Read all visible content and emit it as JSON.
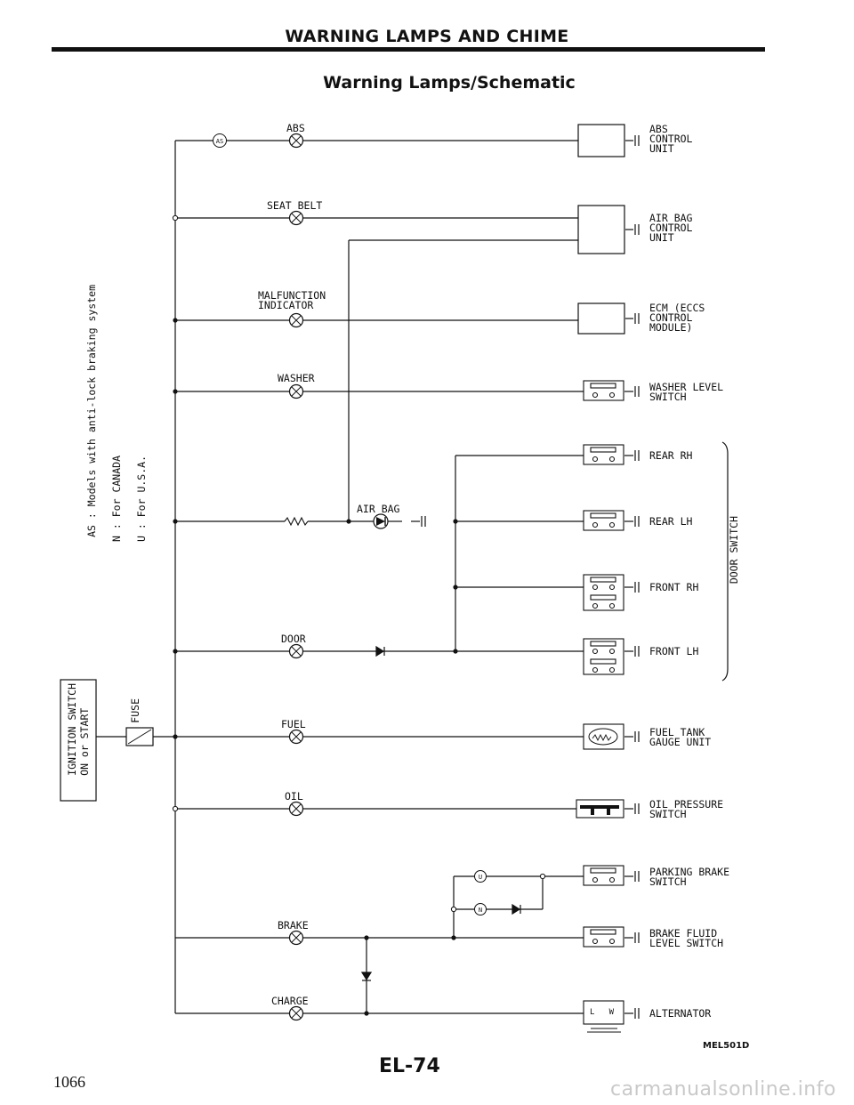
{
  "header": {
    "title": "WARNING LAMPS AND CHIME"
  },
  "page_title": "Warning Lamps/Schematic",
  "lamps": {
    "abs": "ABS",
    "seat_belt": "SEAT BELT",
    "malfunction": "MALFUNCTION\nINDICATOR",
    "washer": "WASHER",
    "air_bag": "AIR BAG",
    "door": "DOOR",
    "fuel": "FUEL",
    "oil": "OIL",
    "brake": "BRAKE",
    "charge": "CHARGE"
  },
  "components": {
    "abs_cu": "ABS\nCONTROL\nUNIT",
    "airbag_cu": "AIR BAG\nCONTROL\nUNIT",
    "ecm": "ECM (ECCS\nCONTROL\nMODULE)",
    "washer_sw": "WASHER LEVEL\nSWITCH",
    "rear_rh": "REAR RH",
    "rear_lh": "REAR LH",
    "front_rh": "FRONT RH",
    "front_lh": "FRONT LH",
    "door_switch": "DOOR SWITCH",
    "fuel_gauge": "FUEL TANK\nGAUGE UNIT",
    "oil_sw": "OIL PRESSURE\nSWITCH",
    "parking_sw": "PARKING BRAKE\nSWITCH",
    "brake_fluid_sw": "BRAKE FLUID\nLEVEL SWITCH",
    "alternator": "ALTERNATOR",
    "alt_terminals": "L   W"
  },
  "legend": {
    "as": "AS : Models with anti-lock braking system",
    "n": "N : For CANADA",
    "u": "U : For U.S.A.",
    "as_sym": "AS",
    "n_sym": "N",
    "u_sym": "U"
  },
  "power": {
    "ignition": "IGNITION SWITCH\nON or START",
    "fuse": "FUSE"
  },
  "footer": {
    "diagram_code": "MEL501D",
    "page_code": "EL-74",
    "book_page": "1066",
    "watermark": "carmanualsonline.info"
  }
}
